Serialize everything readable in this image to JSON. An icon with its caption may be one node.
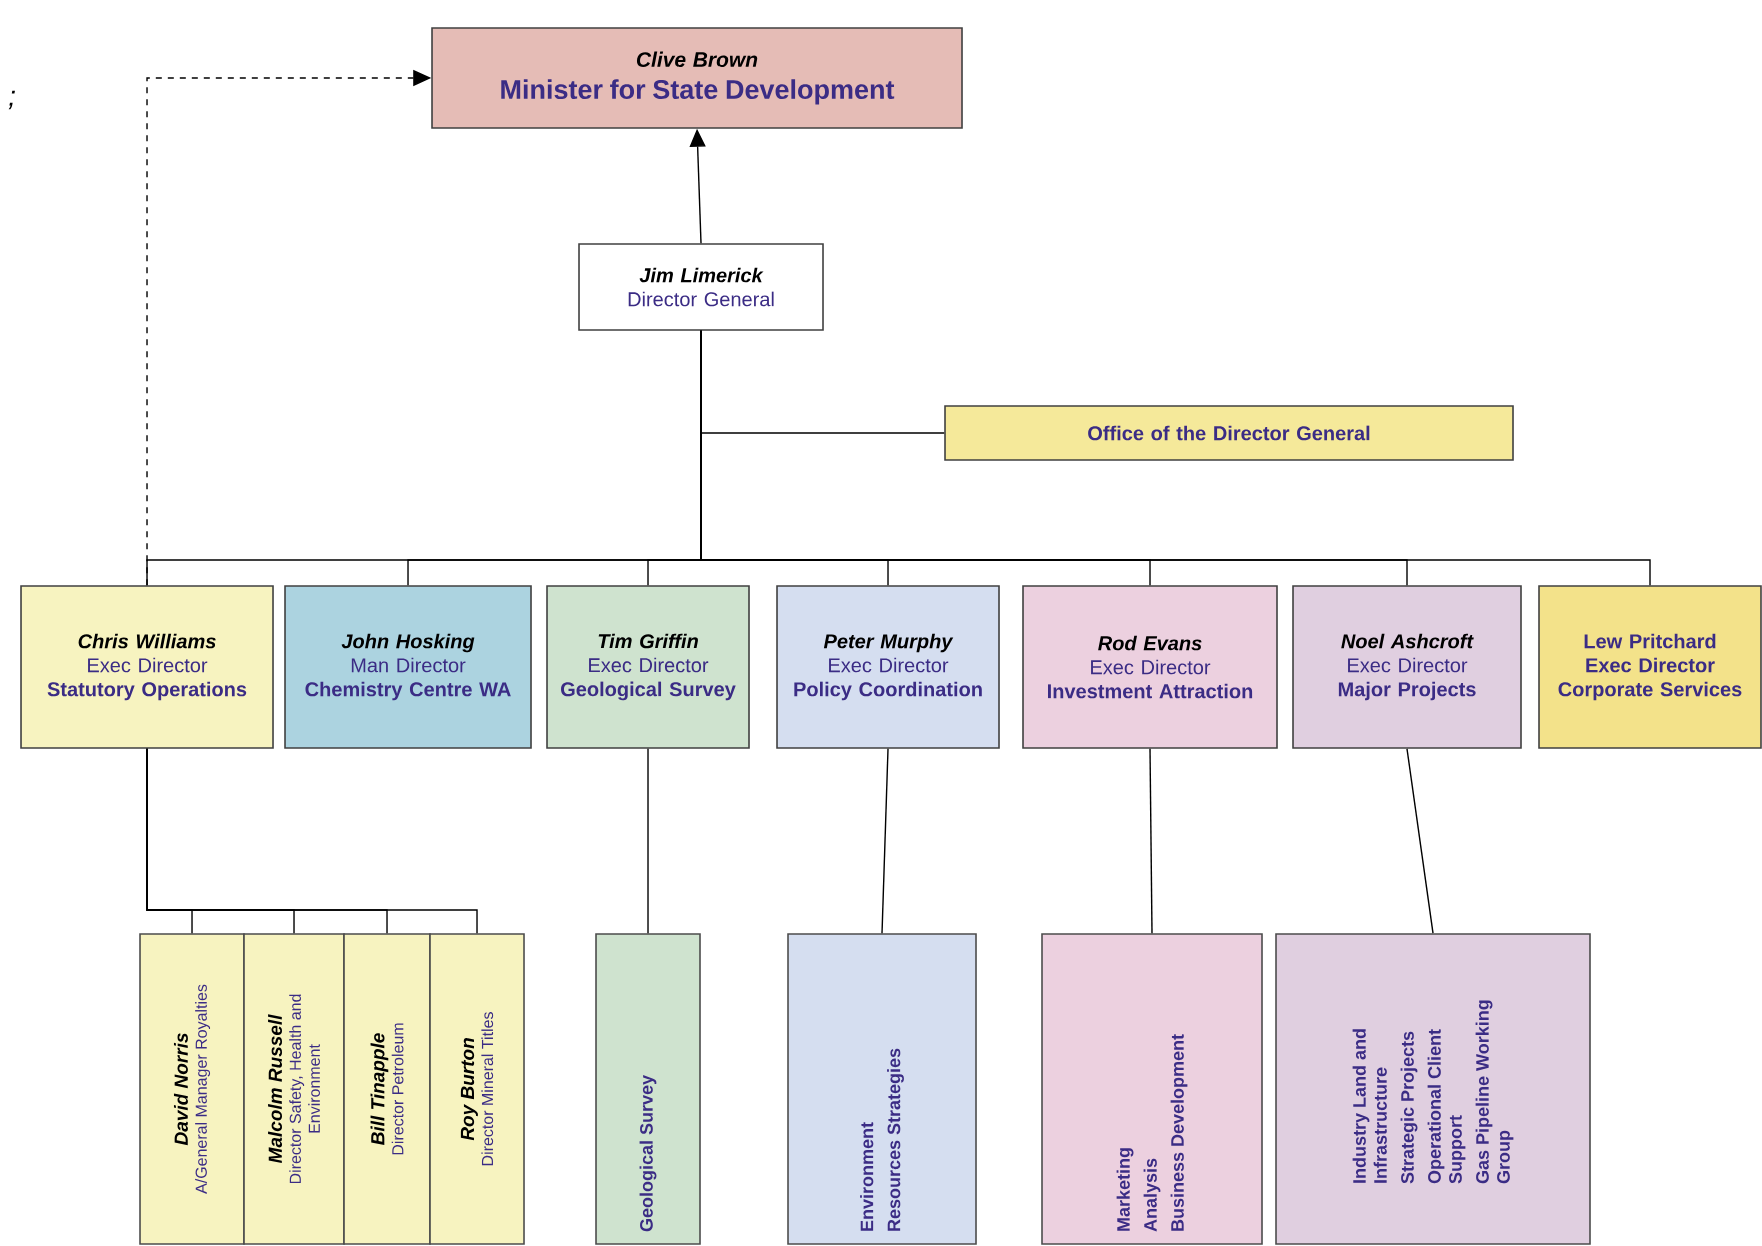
{
  "diagram": {
    "nodes": [
      {
        "text": [
          "Clive Brown",
          "Minister for State Development"
        ]
      },
      {
        "text": [
          "Jim Limerick",
          "Director General"
        ]
      },
      {
        "text": [
          "Office of the Director General"
        ]
      },
      {
        "text": [
          "Chris Williams",
          "Exec Director",
          "Statutory Operations"
        ]
      },
      {
        "text": [
          "John Hosking",
          "Man Director",
          "Chemistry Centre WA"
        ]
      },
      {
        "text": [
          "Tim Griffin",
          "Exec Director",
          "Geological Survey"
        ]
      },
      {
        "text": [
          "Peter Murphy",
          "Exec Director",
          "Policy Coordination"
        ]
      },
      {
        "text": [
          "Rod Evans",
          "Exec Director",
          "Investment Attraction"
        ]
      },
      {
        "text": [
          "Noel Ashcroft",
          "Exec Director",
          "Major Projects"
        ]
      },
      {
        "text": [
          "Lew Pritchard",
          "Exec Director",
          "Corporate Services"
        ]
      },
      {
        "text": [
          "David Norris",
          "A/General Manager Royalties"
        ]
      },
      {
        "text": [
          "Malcolm  Russell",
          "Director Safety, Health and Environment"
        ]
      },
      {
        "text": [
          "Bill Tinapple",
          "Director Petroleum"
        ]
      },
      {
        "text": [
          "Roy Burton",
          "Director Mineral Titles"
        ]
      },
      {
        "text": [
          "Geological Survey"
        ]
      },
      {
        "text": [
          "Environment",
          "Resources Strategies"
        ]
      },
      {
        "text": [
          "Marketing",
          "Analysis",
          "Business Development"
        ]
      },
      {
        "text": [
          "Industry Land and Infrastructure",
          "Strategic Projects",
          "Operational Client Support",
          "Gas Pipeline Working Group"
        ]
      }
    ],
    "edges": [
      {
        "from": 1,
        "to": 0,
        "arrow": "to"
      },
      {
        "from": 1,
        "to": 2,
        "arrow": "none"
      },
      {
        "from": 1,
        "to": 3,
        "arrow": "none"
      },
      {
        "from": 1,
        "to": 4,
        "arrow": "none"
      },
      {
        "from": 1,
        "to": 5,
        "arrow": "none"
      },
      {
        "from": 1,
        "to": 6,
        "arrow": "none"
      },
      {
        "from": 1,
        "to": 7,
        "arrow": "none"
      },
      {
        "from": 1,
        "to": 8,
        "arrow": "none"
      },
      {
        "from": 1,
        "to": 9,
        "arrow": "none"
      },
      {
        "from": 3,
        "to": 10,
        "arrow": "none"
      },
      {
        "from": 3,
        "to": 11,
        "arrow": "none"
      },
      {
        "from": 3,
        "to": 12,
        "arrow": "none"
      },
      {
        "from": 3,
        "to": 13,
        "arrow": "none"
      },
      {
        "from": 5,
        "to": 14,
        "arrow": "none"
      },
      {
        "from": 6,
        "to": 15,
        "arrow": "none"
      },
      {
        "from": 7,
        "to": 16,
        "arrow": "none"
      },
      {
        "from": 8,
        "to": 17,
        "arrow": "none"
      },
      {
        "from": 3,
        "to": 0,
        "arrow": "to",
        "style": "dashed"
      }
    ],
    "labels": [
      ";"
    ]
  }
}
